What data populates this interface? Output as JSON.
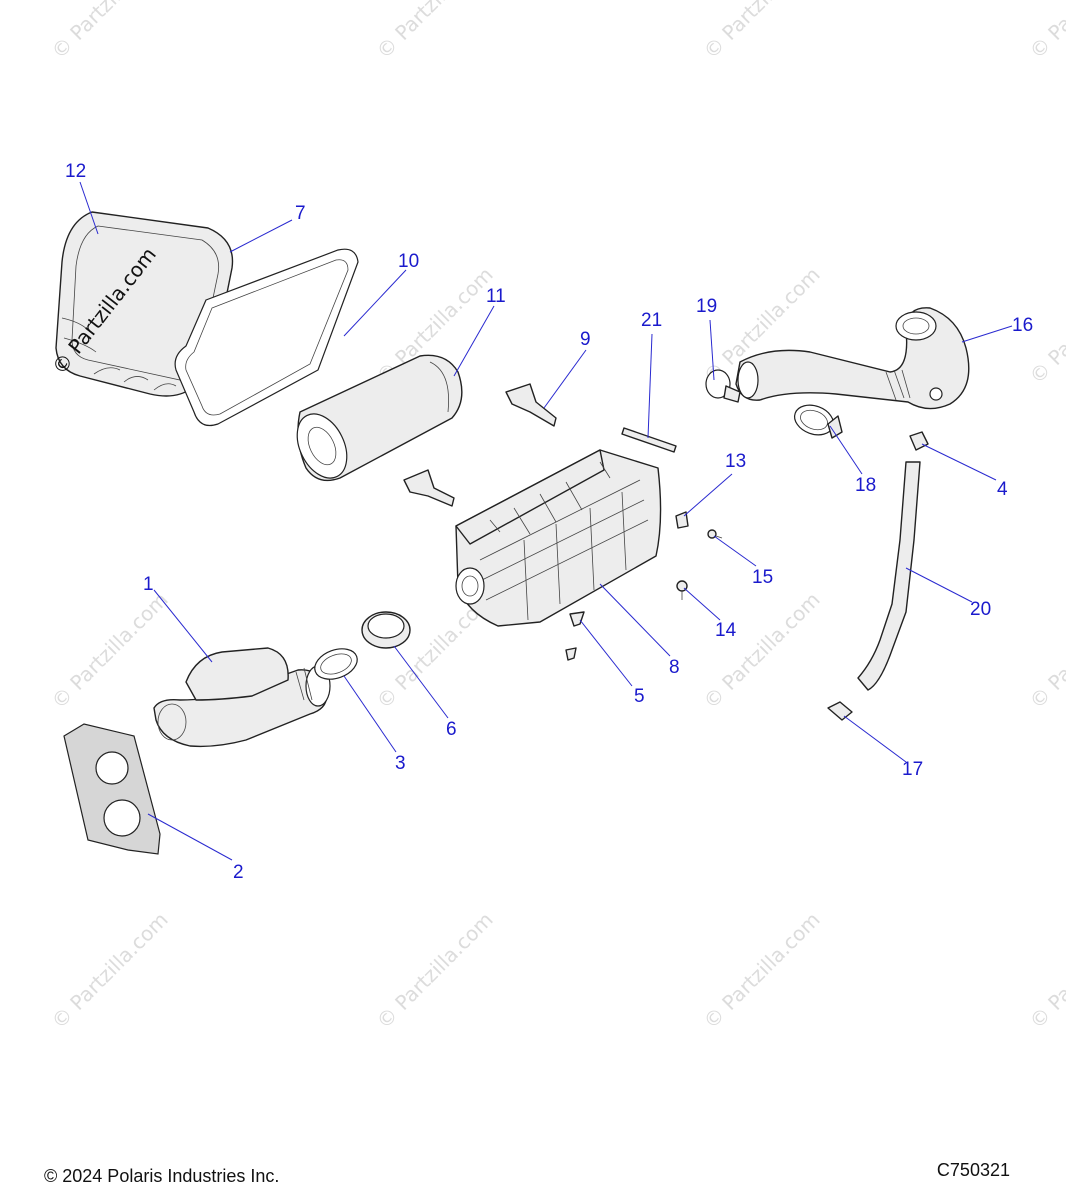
{
  "watermark": "© Partzilla.com",
  "colors": {
    "callout": "#1a1acc",
    "leader": "#2a2ad0",
    "watermark": "#dcdcdc"
  },
  "callouts": [
    "1",
    "2",
    "3",
    "4",
    "5",
    "6",
    "7",
    "8",
    "9",
    "10",
    "11",
    "12",
    "13",
    "14",
    "15",
    "16",
    "17",
    "18",
    "19",
    "20",
    "21"
  ],
  "footer": {
    "copyright": "© 2024 Polaris Industries Inc.",
    "diagram_code": "C750321"
  }
}
